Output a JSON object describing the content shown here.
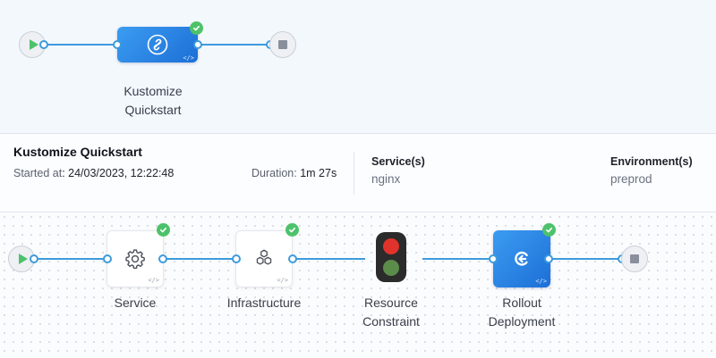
{
  "top_pipeline": {
    "stage_label_line1": "Kustomize",
    "stage_label_line2": "Quickstart"
  },
  "summary": {
    "title": "Kustomize Quickstart",
    "started_label": "Started at",
    "started_value": "24/03/2023, 12:22:48",
    "duration_label": "Duration:",
    "duration_value": "1m 27s",
    "service_heading": "Service(s)",
    "service_value": "nginx",
    "environment_heading": "Environment(s)",
    "environment_value": "preprod"
  },
  "execution_steps": [
    {
      "line1": "Service",
      "line2": "",
      "status": "success"
    },
    {
      "line1": "Infrastructure",
      "line2": "",
      "status": "success"
    },
    {
      "line1": "Resource",
      "line2": "Constraint",
      "status": "none"
    },
    {
      "line1": "Rollout",
      "line2": "Deployment",
      "status": "success"
    }
  ],
  "colors": {
    "accent": "#3d9bdc",
    "success": "#4dc26a",
    "node_blue": "#2a84e6",
    "lamp_red": "#e0332c",
    "lamp_green": "#5b8c4a"
  },
  "icons": {
    "start": "play-icon",
    "end": "stop-icon",
    "stage": "kustomize-link-icon",
    "service": "gear-icon",
    "infrastructure": "hexagons-icon",
    "resource_constraint": "traffic-light-icon",
    "rollout": "rollout-icon",
    "status": "check-icon",
    "yaml": "code-icon"
  }
}
